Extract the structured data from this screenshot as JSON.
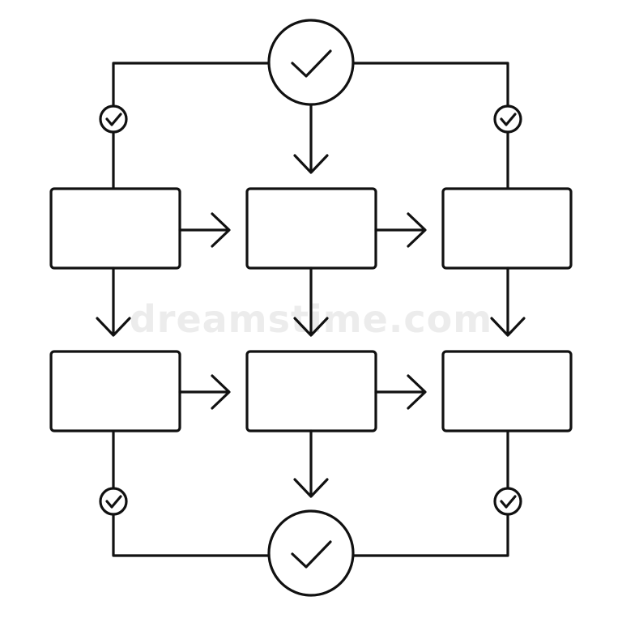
{
  "diagram": {
    "watermark": "dreamstime.com",
    "ink_color": "#111111",
    "background_color": "#ffffff",
    "nodes": [
      {
        "id": "start-circle",
        "shape": "circle",
        "icon": "checkmark-icon"
      },
      {
        "id": "box-r1c1",
        "shape": "rectangle"
      },
      {
        "id": "box-r1c2",
        "shape": "rectangle"
      },
      {
        "id": "box-r1c3",
        "shape": "rectangle"
      },
      {
        "id": "box-r2c1",
        "shape": "rectangle"
      },
      {
        "id": "box-r2c2",
        "shape": "rectangle"
      },
      {
        "id": "box-r2c3",
        "shape": "rectangle"
      },
      {
        "id": "end-circle",
        "shape": "circle",
        "icon": "checkmark-icon"
      },
      {
        "id": "check-badge-top-left",
        "shape": "small-circle",
        "icon": "checkmark-icon"
      },
      {
        "id": "check-badge-top-right",
        "shape": "small-circle",
        "icon": "checkmark-icon"
      },
      {
        "id": "check-badge-bottom-left",
        "shape": "small-circle",
        "icon": "checkmark-icon"
      },
      {
        "id": "check-badge-bottom-right",
        "shape": "small-circle",
        "icon": "checkmark-icon"
      }
    ],
    "edges": [
      {
        "from": "start-circle",
        "to": "box-r1c1",
        "arrow": false,
        "via": "check-badge-top-left"
      },
      {
        "from": "start-circle",
        "to": "box-r1c2",
        "arrow": true
      },
      {
        "from": "start-circle",
        "to": "box-r1c3",
        "arrow": false,
        "via": "check-badge-top-right"
      },
      {
        "from": "box-r1c1",
        "to": "box-r1c2",
        "arrow": true
      },
      {
        "from": "box-r1c2",
        "to": "box-r1c3",
        "arrow": true
      },
      {
        "from": "box-r1c1",
        "to": "box-r2c1",
        "arrow": true
      },
      {
        "from": "box-r1c2",
        "to": "box-r2c2",
        "arrow": true
      },
      {
        "from": "box-r1c3",
        "to": "box-r2c3",
        "arrow": true
      },
      {
        "from": "box-r2c1",
        "to": "box-r2c2",
        "arrow": true
      },
      {
        "from": "box-r2c2",
        "to": "box-r2c3",
        "arrow": true
      },
      {
        "from": "box-r2c1",
        "to": "end-circle",
        "arrow": false,
        "via": "check-badge-bottom-left"
      },
      {
        "from": "box-r2c2",
        "to": "end-circle",
        "arrow": true
      },
      {
        "from": "box-r2c3",
        "to": "end-circle",
        "arrow": false,
        "via": "check-badge-bottom-right"
      }
    ]
  }
}
